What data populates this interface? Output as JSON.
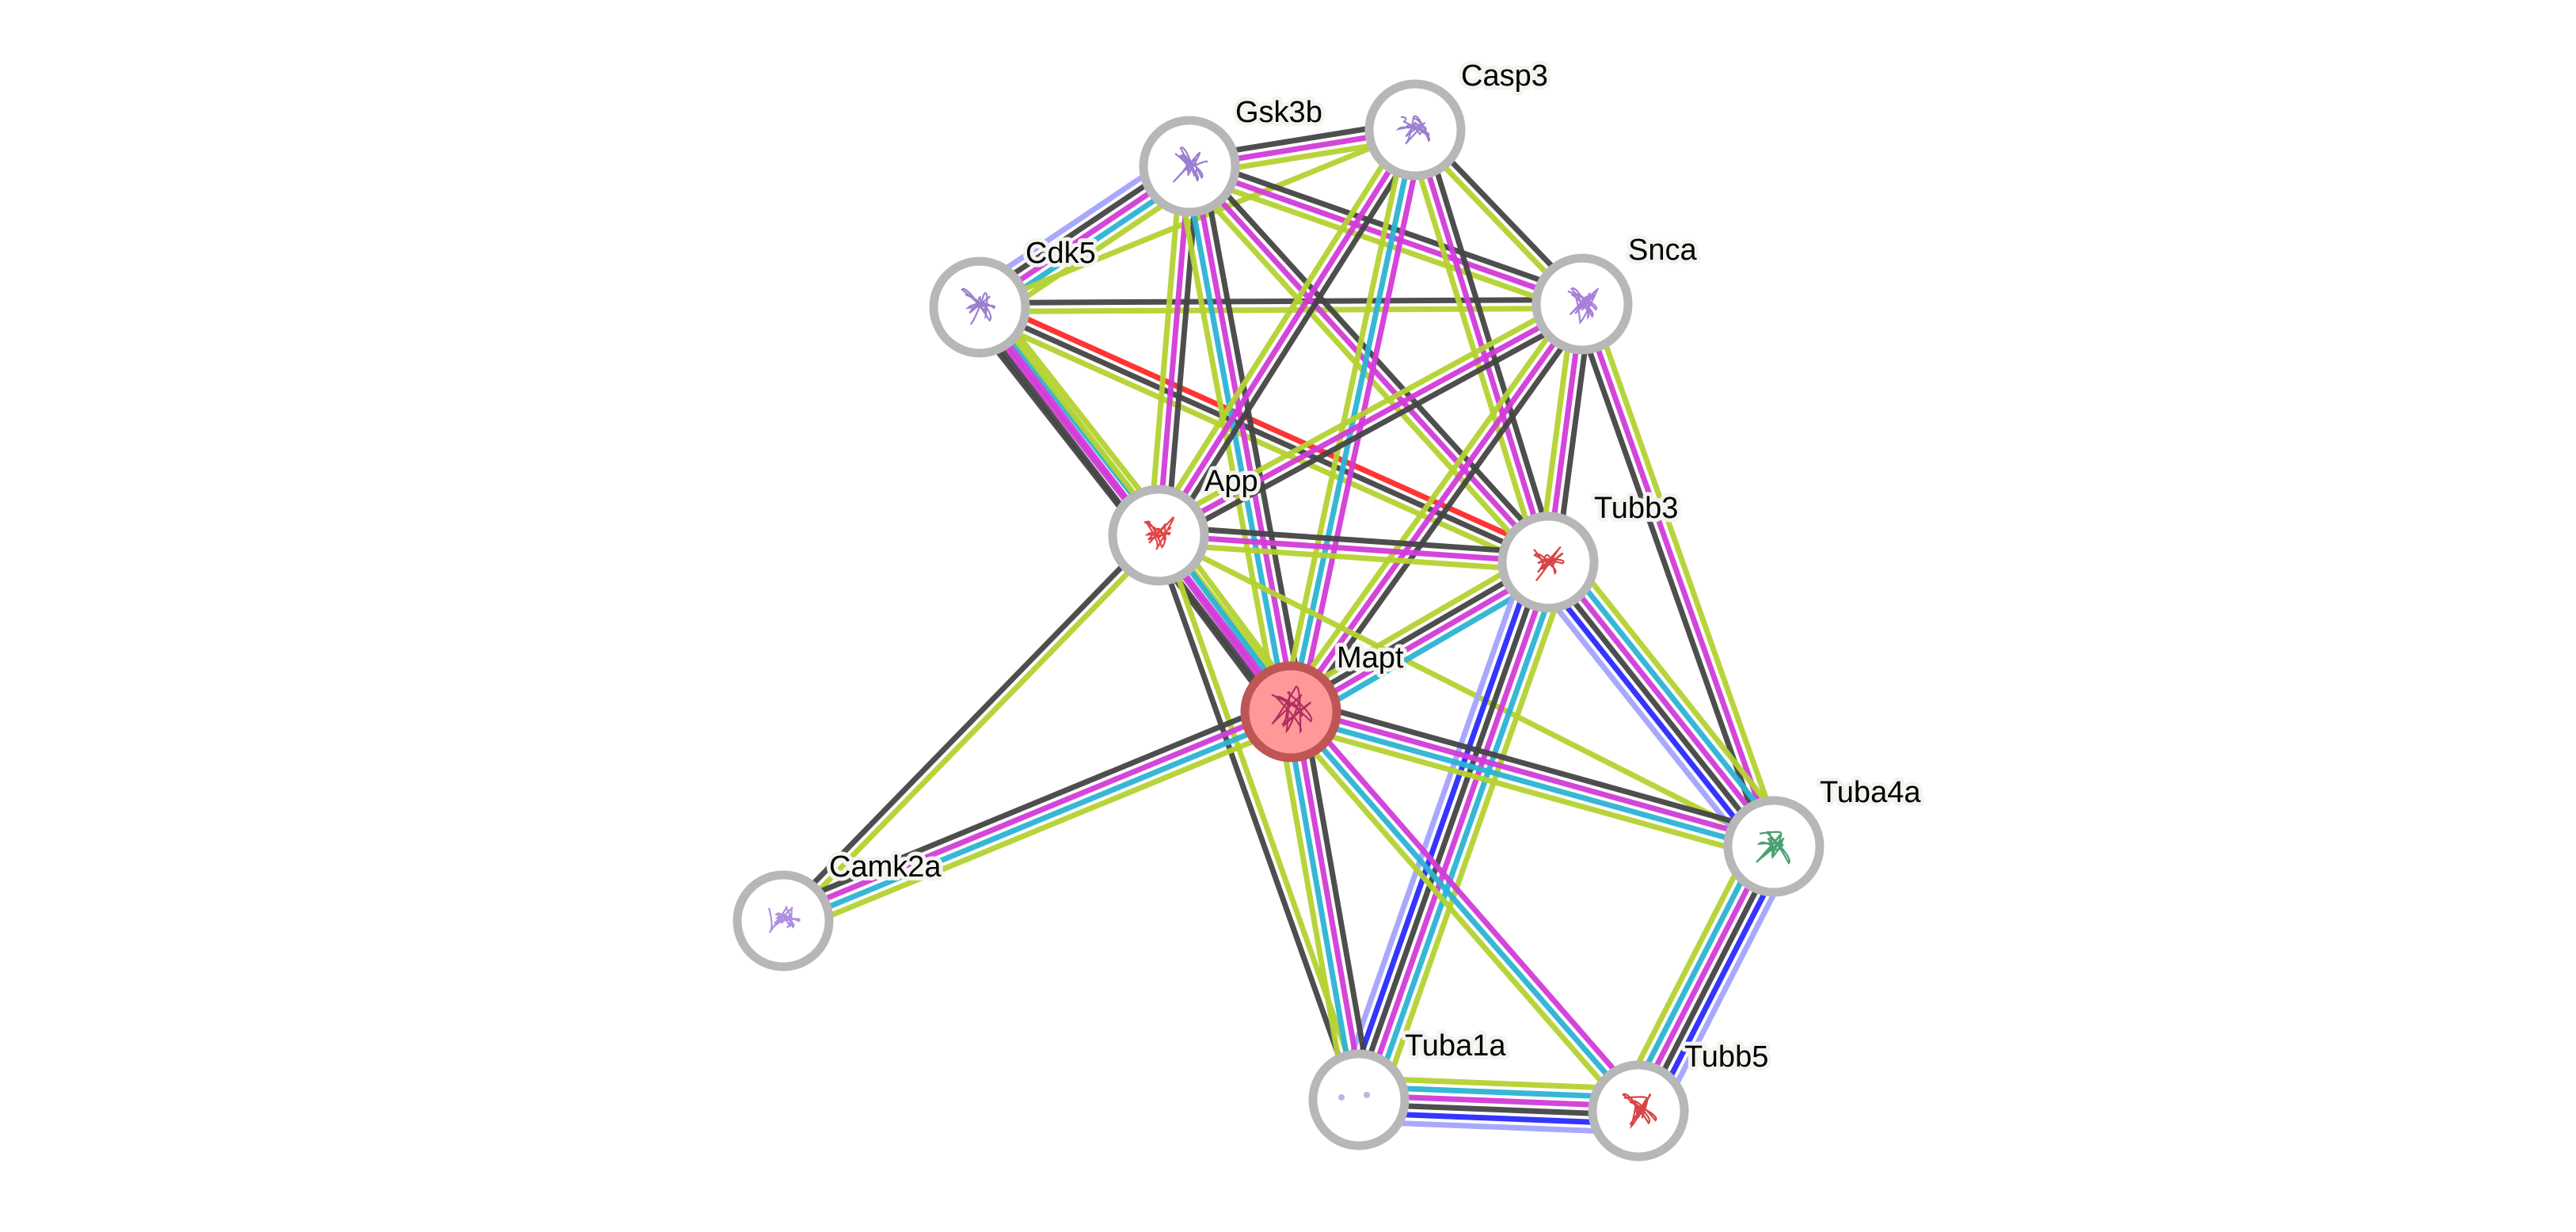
{
  "title": "STRING protein interaction network",
  "query_protein": "Mapt",
  "evidence_colors": {
    "textmining": "#b4d230",
    "curated_databases": "#2bb3d4",
    "experimentally_determined": "#d23bd8",
    "coexpression": "#454545",
    "gene_cooccurrence": "#2a2aff",
    "protein_homology": "#a3a3ff",
    "gene_fusions": "#ff2a2a"
  },
  "nodes": [
    {
      "id": "Gsk3b",
      "label": "Gsk3b",
      "structure_color": "#9b7fd0",
      "query": false
    },
    {
      "id": "Casp3",
      "label": "Casp3",
      "structure_color": "#9b7fd0",
      "query": false
    },
    {
      "id": "Cdk5",
      "label": "Cdk5",
      "structure_color": "#9b7fd0",
      "query": false
    },
    {
      "id": "Snca",
      "label": "Snca",
      "structure_color": "#a87fd8",
      "query": false
    },
    {
      "id": "App",
      "label": "App",
      "structure_color": "#e04545",
      "query": false
    },
    {
      "id": "Tubb3",
      "label": "Tubb3",
      "structure_color": "#d64545",
      "query": false
    },
    {
      "id": "Mapt",
      "label": "Mapt",
      "structure_color": "#b03060",
      "query": true
    },
    {
      "id": "Tuba4a",
      "label": "Tuba4a",
      "structure_color": "#4aa070",
      "query": false
    },
    {
      "id": "Camk2a",
      "label": "Camk2a",
      "structure_color": "#b08fe0",
      "query": false
    },
    {
      "id": "Tuba1a",
      "label": "Tuba1a",
      "structure_color": "#9b7fd0",
      "query": false
    },
    {
      "id": "Tubb5",
      "label": "Tubb5",
      "structure_color": "#d64545",
      "query": false
    }
  ],
  "edges": [
    {
      "source": "Cdk5",
      "target": "Gsk3b",
      "evidence": [
        "protein_homology",
        "coexpression",
        "experimentally_determined",
        "curated_databases",
        "textmining"
      ]
    },
    {
      "source": "Cdk5",
      "target": "Casp3",
      "evidence": [
        "textmining"
      ]
    },
    {
      "source": "Cdk5",
      "target": "Snca",
      "evidence": [
        "coexpression",
        "textmining"
      ]
    },
    {
      "source": "Cdk5",
      "target": "Tubb3",
      "evidence": [
        "gene_fusions",
        "coexpression",
        "textmining"
      ]
    },
    {
      "source": "Cdk5",
      "target": "App",
      "evidence": [
        "textmining",
        "curated_databases",
        "experimentally_determined",
        "coexpression"
      ]
    },
    {
      "source": "Cdk5",
      "target": "Mapt",
      "evidence": [
        "textmining",
        "experimentally_determined",
        "coexpression"
      ]
    },
    {
      "source": "Gsk3b",
      "target": "Casp3",
      "evidence": [
        "coexpression",
        "experimentally_determined",
        "textmining"
      ]
    },
    {
      "source": "Gsk3b",
      "target": "Snca",
      "evidence": [
        "coexpression",
        "experimentally_determined",
        "textmining"
      ]
    },
    {
      "source": "Gsk3b",
      "target": "Tubb3",
      "evidence": [
        "coexpression",
        "experimentally_determined",
        "textmining"
      ]
    },
    {
      "source": "Gsk3b",
      "target": "App",
      "evidence": [
        "coexpression",
        "experimentally_determined",
        "textmining"
      ]
    },
    {
      "source": "Gsk3b",
      "target": "Mapt",
      "evidence": [
        "coexpression",
        "experimentally_determined",
        "curated_databases",
        "textmining"
      ]
    },
    {
      "source": "Casp3",
      "target": "App",
      "evidence": [
        "coexpression",
        "experimentally_determined",
        "textmining"
      ]
    },
    {
      "source": "Casp3",
      "target": "Mapt",
      "evidence": [
        "experimentally_determined",
        "curated_databases",
        "textmining"
      ]
    },
    {
      "source": "Casp3",
      "target": "Tubb3",
      "evidence": [
        "coexpression",
        "experimentally_determined",
        "textmining"
      ]
    },
    {
      "source": "Casp3",
      "target": "Snca",
      "evidence": [
        "coexpression",
        "textmining"
      ]
    },
    {
      "source": "Snca",
      "target": "App",
      "evidence": [
        "coexpression",
        "experimentally_determined",
        "textmining"
      ]
    },
    {
      "source": "Snca",
      "target": "Mapt",
      "evidence": [
        "coexpression",
        "experimentally_determined",
        "textmining"
      ]
    },
    {
      "source": "Snca",
      "target": "Tubb3",
      "evidence": [
        "coexpression",
        "experimentally_determined",
        "textmining"
      ]
    },
    {
      "source": "Snca",
      "target": "Tuba4a",
      "evidence": [
        "textmining",
        "experimentally_determined",
        "coexpression"
      ]
    },
    {
      "source": "App",
      "target": "Tubb3",
      "evidence": [
        "coexpression",
        "experimentally_determined",
        "textmining"
      ]
    },
    {
      "source": "App",
      "target": "Mapt",
      "evidence": [
        "textmining",
        "curated_databases",
        "experimentally_determined",
        "coexpression"
      ]
    },
    {
      "source": "App",
      "target": "Tuba4a",
      "evidence": [
        "textmining"
      ]
    },
    {
      "source": "App",
      "target": "Tuba1a",
      "evidence": [
        "textmining",
        "coexpression"
      ]
    },
    {
      "source": "App",
      "target": "Camk2a",
      "evidence": [
        "textmining",
        "coexpression"
      ]
    },
    {
      "source": "Tubb3",
      "target": "Mapt",
      "evidence": [
        "curated_databases",
        "experimentally_determined",
        "coexpression",
        "textmining"
      ]
    },
    {
      "source": "Tubb3",
      "target": "Tuba1a",
      "evidence": [
        "textmining",
        "curated_databases",
        "experimentally_determined",
        "coexpression",
        "gene_cooccurrence",
        "protein_homology"
      ]
    },
    {
      "source": "Tubb3",
      "target": "Tuba4a",
      "evidence": [
        "textmining",
        "curated_databases",
        "experimentally_determined",
        "coexpression",
        "gene_cooccurrence",
        "protein_homology"
      ]
    },
    {
      "source": "Mapt",
      "target": "Camk2a",
      "evidence": [
        "textmining",
        "curated_databases",
        "experimentally_determined",
        "coexpression"
      ]
    },
    {
      "source": "Mapt",
      "target": "Tuba4a",
      "evidence": [
        "coexpression",
        "experimentally_determined",
        "curated_databases",
        "textmining"
      ]
    },
    {
      "source": "Mapt",
      "target": "Tuba1a",
      "evidence": [
        "coexpression",
        "experimentally_determined",
        "curated_databases",
        "textmining"
      ]
    },
    {
      "source": "Mapt",
      "target": "Tubb5",
      "evidence": [
        "experimentally_determined",
        "curated_databases",
        "textmining"
      ]
    },
    {
      "source": "Tuba4a",
      "target": "Tubb5",
      "evidence": [
        "protein_homology",
        "gene_cooccurrence",
        "coexpression",
        "experimentally_determined",
        "curated_databases",
        "textmining"
      ]
    },
    {
      "source": "Tuba1a",
      "target": "Tubb5",
      "evidence": [
        "textmining",
        "curated_databases",
        "experimentally_determined",
        "coexpression",
        "gene_cooccurrence",
        "protein_homology"
      ]
    }
  ]
}
